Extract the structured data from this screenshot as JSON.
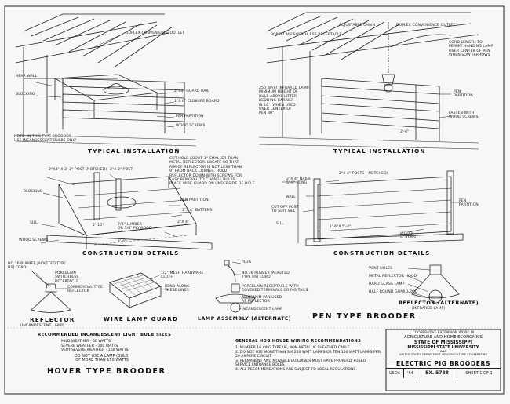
{
  "hover_section": {
    "left_labels": {
      "duplex_outlet": "DUPLEX CONVENIENCE OUTLET",
      "rear_wall": "REAR WALL",
      "blocking": "BLOCKING",
      "guard_rail": "2\"x4\" GUARD RAIL",
      "closure_board": "1\"x 6\" CLOSURE BOARD",
      "pen_partition": "PEN PARTITION",
      "wood_screws": "WOOD SCREWS",
      "note": "NOTE: IN THIS TYPE BROODER\nUSE INCANDESCENT BULBS ONLY"
    },
    "typical_title": "TYPICAL INSTALLATION",
    "construction_labels": {
      "post_notched": "2\"x4\" x 2'-2\" POST (NOTCHED)",
      "post_2x2": "2\"x 2\" POST",
      "blocking": "BLOCKING",
      "cut_hole_note": "CUT HOLE ABOUT 1\" SMALLER THAN\nMETAL REFLECTOR. LOCATE SO THAT\nRIM OF REFLECTOR IS NOT LESS THAN\n9\" FROM BACK CORNER. HOLD\nREFLECTOR DOWN WITH SCREWS FOR\nEASY REMOVAL TO CHANGE BULBS.\nPLACE WIRE GUARD ON UNDERSIDE OF HOLE.",
      "pen_partition": "PEN PARTITION",
      "battens": "1\"x 4\" BATTENS",
      "lumber": "7/8\" LUMBER\nOR 5/8\" PLYWOOD",
      "x4": "2\"x 4\"",
      "sill": "SILL",
      "wood_screws": "WOOD SCREWS",
      "dim_a": "2'-10\"",
      "dim_b": "4'-6\""
    },
    "construction_title": "CONSTRUCTION DETAILS",
    "reflector_labels": {
      "cord": "NO.16 RUBBER JACKETED TYPE\nHSJ CORD",
      "receptacle": "PORCELAIN\nSWITCHLESS\nRECEPTACLE",
      "commercial": "COMMERCIAL TYPE\nREFLECTOR",
      "title": "REFLECTOR",
      "subtitle": "(INCANDESCENT LAMP)"
    },
    "wire_guard_labels": {
      "mesh": "1/2\" MESH HARDWARE\nCLOTH",
      "bend": "BEND ALONG\nTHESE LINES",
      "title": "WIRE LAMP GUARD"
    },
    "bulb_sizes": {
      "header": "RECOMMENDED INCANDESCENT LIGHT BULB SIZES",
      "rows": [
        "MILD WEATHER  - 60 WATTS",
        "SEVERE WEATHER - 100 WATTS",
        "VERY SEVERE WEATHER - 150 WATTS"
      ],
      "note": "DO NOT USE A LAMP (BULB)\nOF MORE THAN 150 WATTS"
    },
    "section_title": "HOVER TYPE BROODER"
  },
  "lamp_assembly": {
    "plug": "PLUG",
    "cord": "NO.16 RUBBER JACKETED\nTYPE HSJ CORD",
    "receptacle": "PORCELAIN RECEPTACLE WITH\nCOVERED TERMINALS OR PIG TAILS",
    "pan": "ALUMINUM PAN USED\nAS REFLECTOR",
    "lamp": "INCANDESCENT LAMP",
    "title": "LAMP ASSEMBLY (ALTERNATE)"
  },
  "pen_section": {
    "top_labels": {
      "chain": "ADJUSTABLE CHAIN",
      "duplex_outlet": "DUPLEX CONVENIENCE OUTLET",
      "receptacle": "PORCELAIN SWITCHLESS RECEPTACLE",
      "cord": "CORD LENGTH TO\nPERMIT HANGING LAMP\nOVER CENTER OF PEN\nWHEN SOW FARROWS",
      "lamp_note": "250 WATT INFRARED LAMP.\nMINIMUM HEIGHT OF\nBULB ABOVE LITTER\nBEDDING BARRIER\nIS 24\". WHEN USED\nOVER CENTER OF\nPEN 30\".",
      "pen_partition": "PEN\nPARTITION",
      "fasten": "FASTEN WITH\nWOOD SCREWS",
      "dim": "2'-6\""
    },
    "typical_title": "TYPICAL INSTALLATION",
    "construction_labels": {
      "posts": "2\"x 4\" POSTS ( NOTCHED)",
      "nails": "2\"x 4\" NAILS\n5'-0\" LONG",
      "wall": "WALL",
      "cut_off": "CUT OFF POST\nTO SUIT SILL",
      "sill": "SILL",
      "pen_partition": "PEN\nPARTITION",
      "wood_screws": "WOOD\nSCREWS",
      "dim": "1'-6\"x 5'-0\""
    },
    "construction_title": "CONSTRUCTION DETAILS",
    "reflector_labels": {
      "vent": "VENT HOLES",
      "hood": "METAL REFLECTOR HOOD",
      "guard": "HARD GLASS LAMP",
      "half_round": "HALF ROUND GUARD ROD",
      "title": "REFLECTOR (ALTERNATE)",
      "subtitle": "(INFRARED LAMP)"
    },
    "section_title": "PEN TYPE BROODER"
  },
  "wiring": {
    "header": "GENERAL HOG HOUSE WIRING RECOMMENDATIONS",
    "items": [
      "1. NUMBER 16 AWG TYPE UF, NON-METALLIC SHEATHED CABLE.",
      "2. DO NOT USE MORE THAN SIX 250 WATT LAMPS OR TEN 150 WATT LAMPS PER 20 AMPERE CIRCUIT",
      "3. PERMANENT AND MOVABLE BUILDINGS MUST HAVE PROPERLY FUSED SERVICE ENTRANCE BOXES.",
      "4. ALL RECOMMENDATIONS ARE SUBJECT TO LOCAL REGULATIONS."
    ]
  },
  "title_block": {
    "line1": "COOPERATIVE EXTENSION WORK IN",
    "line2": "AGRICULTURE AND HOME ECONOMICS",
    "line3": "STATE OF MISSISSIPPI",
    "line4": "MISSISSIPPI STATE UNIVERSITY",
    "line5": "AND",
    "line6": "UNITED STATES DEPARTMENT OF AGRICULTURE COOPERATING",
    "drawing_title": "ELECTRIC PIG BROODERS",
    "usda": "USDA",
    "year": "'64",
    "ex_number": "EX. 5788",
    "sheet": "SHEET 1 OF 1"
  }
}
